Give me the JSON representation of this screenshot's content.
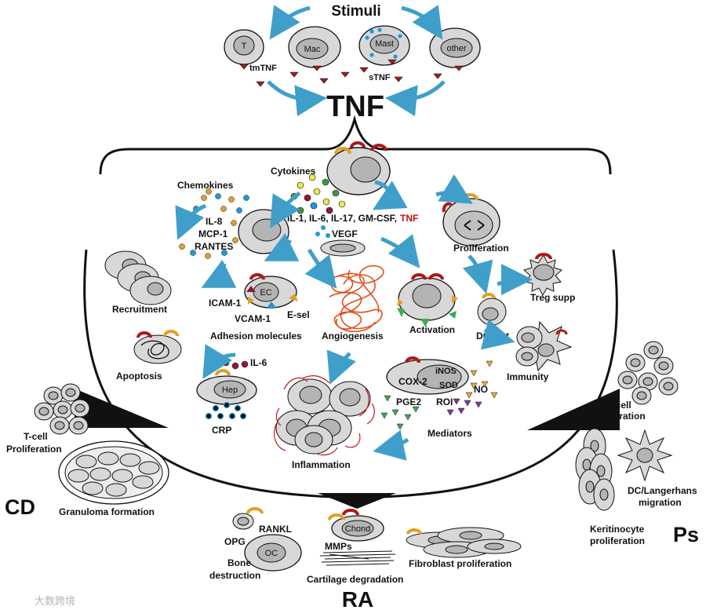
{
  "colors": {
    "tnf": "#c01010",
    "arrow": "#3f9fca",
    "receptor": "#e0a020",
    "receptor_red": "#b01818",
    "cell_fill": "#d8d8d8",
    "nucleus_fill": "#b4b4b4",
    "dot_blue": "#1e9ad6",
    "dot_orange": "#e0a030",
    "dot_green": "#3b9a40",
    "dot_yellow": "#e8e850",
    "dot_maroon": "#8a1c3a",
    "tri_green": "#3cab4f",
    "tri_orange": "#e8a838",
    "tri_purple": "#7a3a9a",
    "angio": "#e0501a"
  },
  "header": {
    "stimuli": "Stimuli",
    "tnf": "TNF",
    "tmtnf": "tmTNF",
    "stnf": "sTNF"
  },
  "source_cells": {
    "t": "T",
    "mac": "Mac",
    "mast": "Mast",
    "other": "other"
  },
  "center": {
    "cytokines": "Cytokines",
    "cytokine_list": "IL-1, IL-6, IL-17, GM-CSF,",
    "cytokine_tnf": "TNF",
    "vegf": "VEGF",
    "chemokines": "Chemokines",
    "il8": "IL-8",
    "mcp1": "MCP-1",
    "rantes": "RANTES",
    "proliferation": "Proliferation",
    "treg": "Treg  supp",
    "recruitment": "Recruitment",
    "icam": "ICAM-1",
    "vcam": "VCAM-1",
    "esel": "E-sel",
    "ec": "EC",
    "adhesion": "Adhesion molecules",
    "angiogenesis": "Angiogenesis",
    "activation": "Activation",
    "dcmat": "DC mat",
    "immunity": "Immunity",
    "apoptosis": "Apoptosis",
    "il6": "IL-6",
    "hep": "Hep",
    "crp": "CRP",
    "inos": "iNOS",
    "cox2": "COX-2",
    "sod": "SOD",
    "no": "NO",
    "roi": "ROI",
    "pge2": "PGE2",
    "mediators": "Mediators",
    "inflammation": "Inflammation"
  },
  "cd": {
    "title": "CD",
    "tcell_line1": "T-cell",
    "tcell_line2": "Proliferation",
    "granuloma": "Granuloma formation"
  },
  "ps": {
    "title": "Ps",
    "tcell_line1": "T-cell",
    "tcell_line2": "Proliferation",
    "dc_line1": "DC/Langerhans",
    "dc_line2": "migration",
    "ker_line1": "Keritinocyte",
    "ker_line2": "proliferation"
  },
  "ra": {
    "title": "RA",
    "opg": "OPG",
    "rankl": "RANKL",
    "oc": "OC",
    "bone_line1": "Bone",
    "bone_line2": "destruction",
    "chond": "Chond",
    "mmps": "MMPs",
    "cartilage": "Cartilage degradation",
    "fibroblast": "Fibroblast proliferation"
  },
  "watermark": "大数跨境"
}
